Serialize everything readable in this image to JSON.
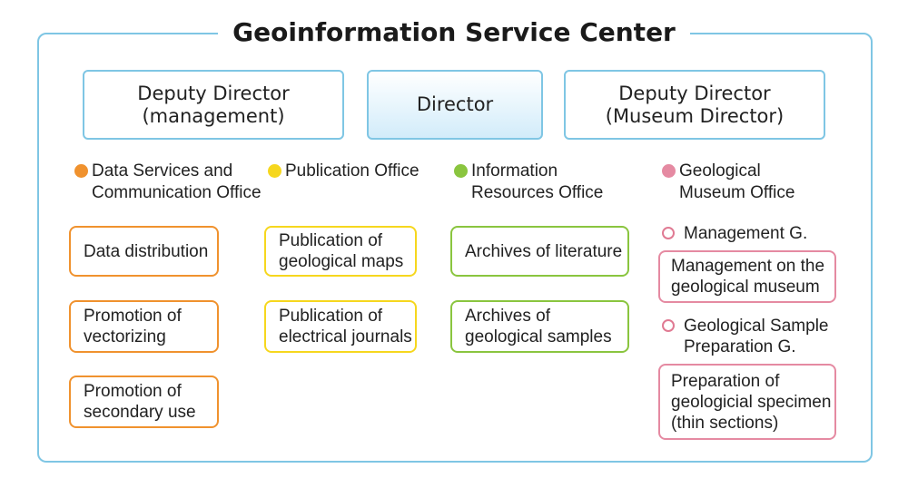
{
  "title": "Geoinformation Service Center",
  "directors": {
    "deputy_management": "Deputy Director\n(management)",
    "director": "Director",
    "deputy_museum": "Deputy Director\n(Museum Director)"
  },
  "colors": {
    "frame": "#7fc6e4",
    "data_services": "#f0922e",
    "publication": "#f6d71e",
    "information": "#8ac53f",
    "museum": "#e58aa2"
  },
  "offices": {
    "data_services": {
      "label": "Data Services and\nCommunication Office",
      "items": [
        "Data distribution",
        "Promotion of\nvectorizing",
        "Promotion of\nsecondary use"
      ]
    },
    "publication": {
      "label": "Publication Office",
      "items": [
        "Publication of\ngeological maps",
        "Publication of\nelectrical journals"
      ]
    },
    "information": {
      "label": "Information\nResources Office",
      "items": [
        "Archives of literature",
        "Archives of\ngeological samples"
      ]
    },
    "museum": {
      "label": "Geological\nMuseum Office",
      "groups": [
        {
          "label": "Management G.",
          "items": [
            "Management on the\ngeological museum"
          ]
        },
        {
          "label": "Geological Sample\nPreparation G.",
          "items": [
            "Preparation of\ngeologicial specimen\n(thin sections)"
          ]
        }
      ]
    }
  }
}
